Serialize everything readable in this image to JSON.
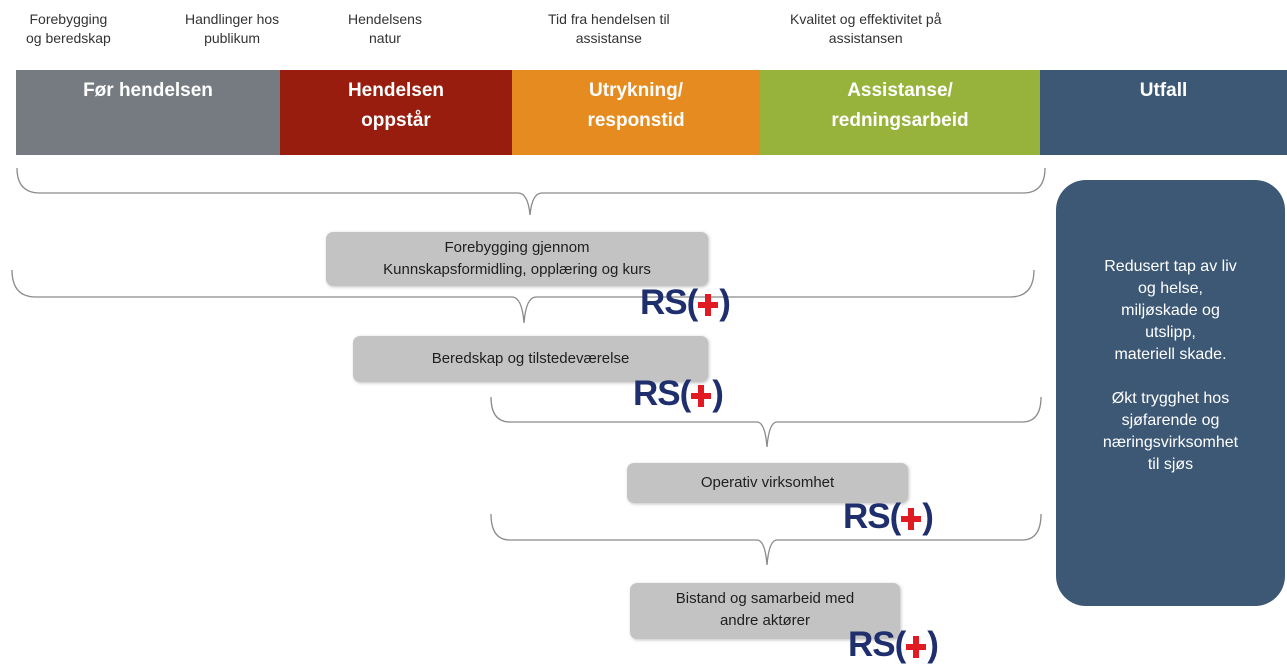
{
  "top_labels": [
    {
      "line1": "Forebygging",
      "line2": "og beredskap"
    },
    {
      "line1": "Handlinger hos",
      "line2": "publikum"
    },
    {
      "line1": "Hendelsens",
      "line2": "natur"
    },
    {
      "line1": "Tid fra hendelsen til",
      "line2": "assistanse"
    },
    {
      "line1": "Kvalitet og effektivitet på",
      "line2": "assistansen"
    }
  ],
  "phases": [
    {
      "line1": "Før hendelsen",
      "line2": "",
      "color": "#757b80"
    },
    {
      "line1": "Hendelsen",
      "line2": "oppstår",
      "color": "#981d0e"
    },
    {
      "line1": "Utrykning/",
      "line2": "responstid",
      "color": "#e58b1f"
    },
    {
      "line1": "Assistanse/",
      "line2": "redningsarbeid",
      "color": "#97b33c"
    },
    {
      "line1": "Utfall",
      "line2": "",
      "color": "#3c5875"
    }
  ],
  "activities": [
    {
      "line1": "Forebygging gjennom",
      "line2": "Kunnskapsformidling, opplæring og kurs"
    },
    {
      "line1": "Beredskap og tilstedeværelse",
      "line2": ""
    },
    {
      "line1": "Operativ virksomhet",
      "line2": ""
    },
    {
      "line1": "Bistand og samarbeid med",
      "line2": "andre aktører"
    }
  ],
  "logo": {
    "left": "RS(",
    "right": ")",
    "cross_color": "#e01b22",
    "text_color": "#1f2f6e"
  },
  "outcome": {
    "lines": [
      "Redusert tap av liv",
      "og helse,",
      "miljøskade og",
      "utslipp,",
      "materiell skade."
    ],
    "lines2": [
      "Økt trygghet hos",
      "sjøfarende og",
      "næringsvirksomhet",
      "til sjøs"
    ],
    "color": "#3c5875"
  }
}
